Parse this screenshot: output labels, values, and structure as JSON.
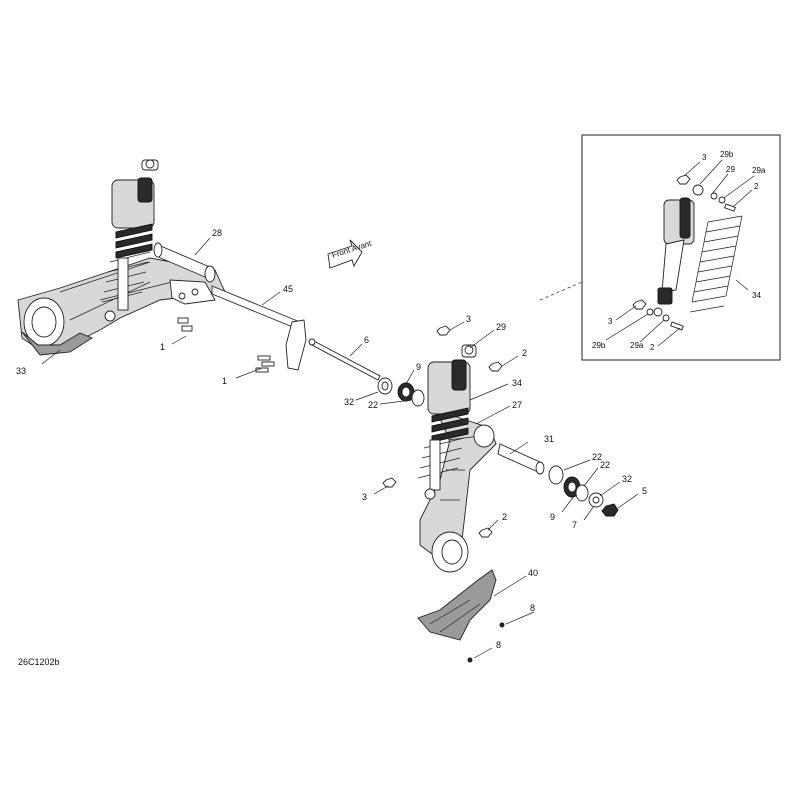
{
  "diagram": {
    "drawing_code": "26C1202b",
    "front_label": "Front Avant",
    "callouts": {
      "c1a": "1",
      "c1b": "1",
      "c33": "33",
      "c28": "28",
      "c45": "45",
      "c6": "6",
      "c3a": "3",
      "c29": "29",
      "c2a": "2",
      "c9a": "9",
      "c32a": "32",
      "c22a": "22",
      "c34": "34",
      "c27": "27",
      "c31": "31",
      "c22b": "22",
      "c22c": "22",
      "c32b": "32",
      "c5": "5",
      "c9b": "9",
      "c7": "7",
      "c3b": "3",
      "c2b": "2",
      "c40": "40",
      "c8a": "8",
      "c8b": "8"
    },
    "inset": {
      "callouts": {
        "i3a": "3",
        "i29b_a": "29b",
        "i29": "29",
        "i29a_a": "29a",
        "i2a": "2",
        "i34": "34",
        "i3b": "3",
        "i29b_b": "29b",
        "i29a_b": "29a",
        "i2b": "2"
      }
    }
  }
}
